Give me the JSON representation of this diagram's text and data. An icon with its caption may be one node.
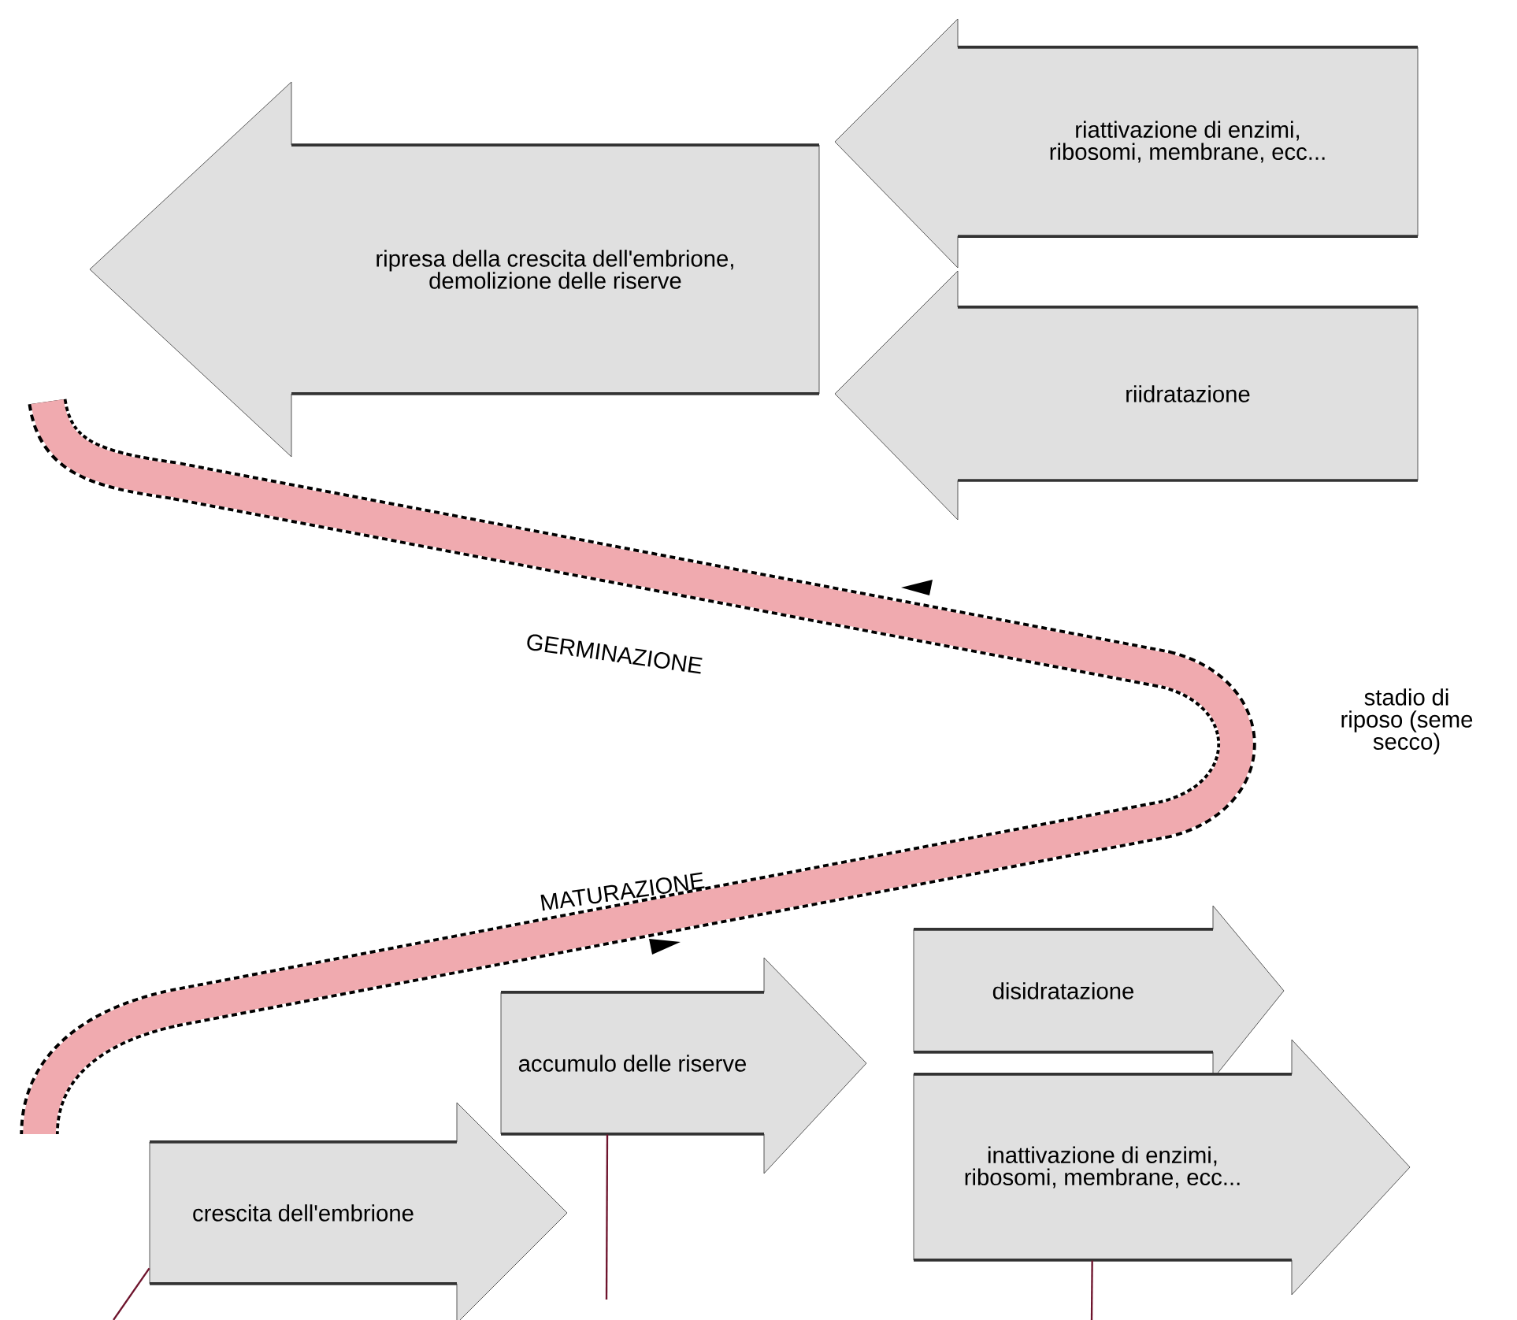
{
  "diagram": {
    "nodes": [
      {
        "text": [
          "riattivazione di enzimi, ribosomi, membrane, ecc..."
        ]
      },
      {
        "text": [
          "ripresa della crescita dell'embrione, demolizione delle riserve"
        ]
      },
      {
        "text": [
          "riidratazione"
        ]
      },
      {
        "text": [
          "crescita dell'embrione"
        ]
      },
      {
        "text": [
          "accumulo delle riserve"
        ]
      },
      {
        "text": [
          "disidratazione"
        ]
      },
      {
        "text": [
          "inattivazione di enzimi, ribosomi, membrane, ecc..."
        ]
      }
    ],
    "edges": [
      {
        "from": 3,
        "to": null,
        "arrow": "none"
      },
      {
        "from": 4,
        "to": null,
        "arrow": "none"
      },
      {
        "from": 6,
        "to": null,
        "arrow": "none"
      }
    ],
    "labels": [
      "GERMINAZIONE",
      "stadio di riposo (seme secco)",
      "MATURAZIONE"
    ]
  }
}
